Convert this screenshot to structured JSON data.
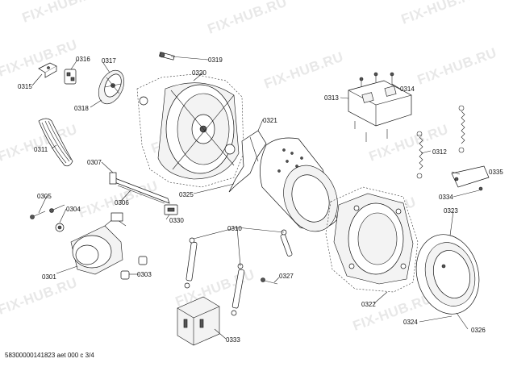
{
  "watermark": "FIX-HUB.RU",
  "footer": "58300000141823 aet 000 c 3/4",
  "labels": {
    "p0301": "0301",
    "p0303": "0303",
    "p0304": "0304",
    "p0305": "0305",
    "p0306": "0306",
    "p0307": "0307",
    "p0310": "0310",
    "p0311": "0311",
    "p0312": "0312",
    "p0313": "0313",
    "p0314": "0314",
    "p0315": "0315",
    "p0316": "0316",
    "p0317": "0317",
    "p0318": "0318",
    "p0319": "0319",
    "p0320": "0320",
    "p0321": "0321",
    "p0322": "0322",
    "p0323": "0323",
    "p0324": "0324",
    "p0325": "0325",
    "p0326": "0326",
    "p0327": "0327",
    "p0330": "0330",
    "p0333": "0333",
    "p0334": "0334",
    "p0335": "0335"
  }
}
